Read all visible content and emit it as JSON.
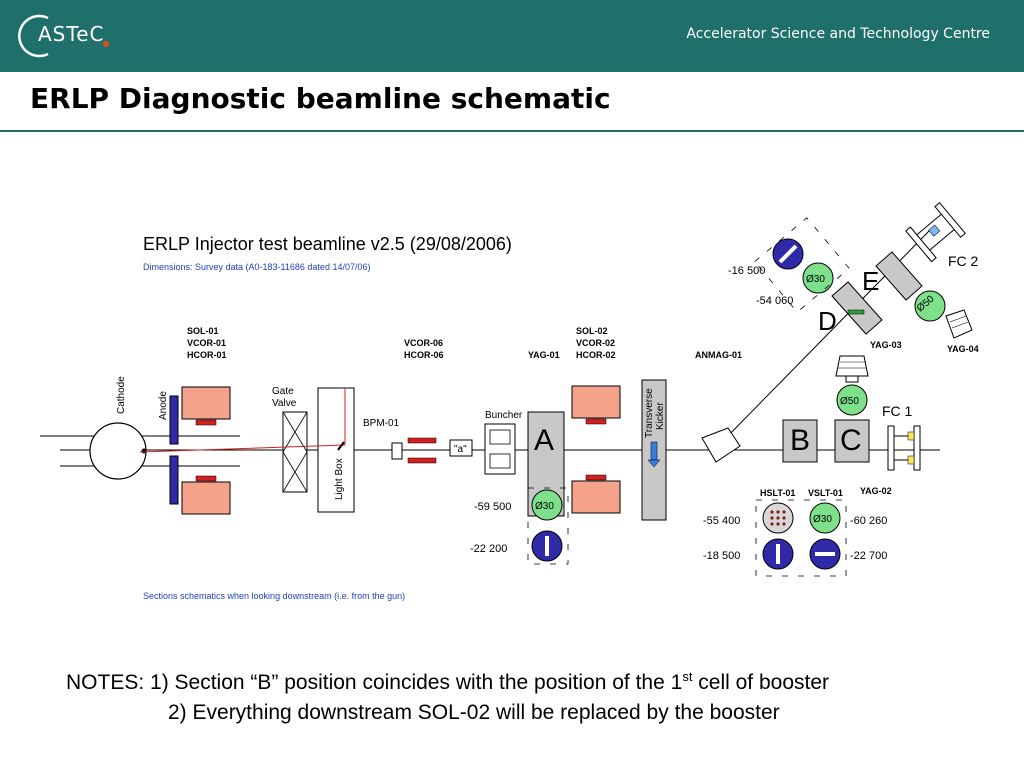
{
  "header": {
    "logo_text": "ASTeC",
    "org_name": "Accelerator Science and Technology Centre"
  },
  "page_title": "ERLP Diagnostic beamline schematic",
  "diagram": {
    "title": "ERLP Injector test beamline v2.5 (29/08/2006)",
    "subtitle": "Dimensions: Survey data (A0-183-11686 dated 14/07/06)",
    "footer": "Sections schematics when looking downstream (i.e. from the gun)",
    "labels": {
      "cathode": "Cathode",
      "anode": "Anode",
      "gate": "Gate",
      "valve": "Valve",
      "light_box": "Light Box",
      "bpm01": "BPM-01",
      "buncher": "Buncher",
      "a_tag": "\"a\"",
      "transverse": "Transverse",
      "kicker": "Kicker",
      "sol01_group": [
        "SOL-01",
        "VCOR-01",
        "HCOR-01"
      ],
      "vcor06_group": [
        "VCOR-06",
        "HCOR-06"
      ],
      "yag01": "YAG-01",
      "sol02_group": [
        "SOL-02",
        "VCOR-02",
        "HCOR-02"
      ],
      "anmag01": "ANMAG-01",
      "yag02": "YAG-02",
      "yag03": "YAG-03",
      "yag04": "YAG-04",
      "hslt01": "HSLT-01",
      "vslt01": "VSLT-01",
      "fc1": "FC 1",
      "fc2": "FC 2",
      "sec_a": "A",
      "sec_b": "B",
      "sec_c": "C",
      "sec_d": "D",
      "sec_e": "E",
      "phi30": "Ø30",
      "phi50": "Ø50"
    },
    "dimensions": {
      "a_top": "-59 500",
      "a_bottom": "-22 200",
      "b_top": "-55 400",
      "b_bottom": "-18 500",
      "c_top": "-60 260",
      "c_bottom": "-22 700",
      "e_top": "-16 500",
      "e_bottom": "-54 060"
    }
  },
  "notes": {
    "prefix": "NOTES: 1) Section “B” position coincides with the position of the 1",
    "sup": "st",
    "suffix": " cell of booster",
    "line2": "2) Everything downstream SOL-02 will be replaced by the booster"
  }
}
